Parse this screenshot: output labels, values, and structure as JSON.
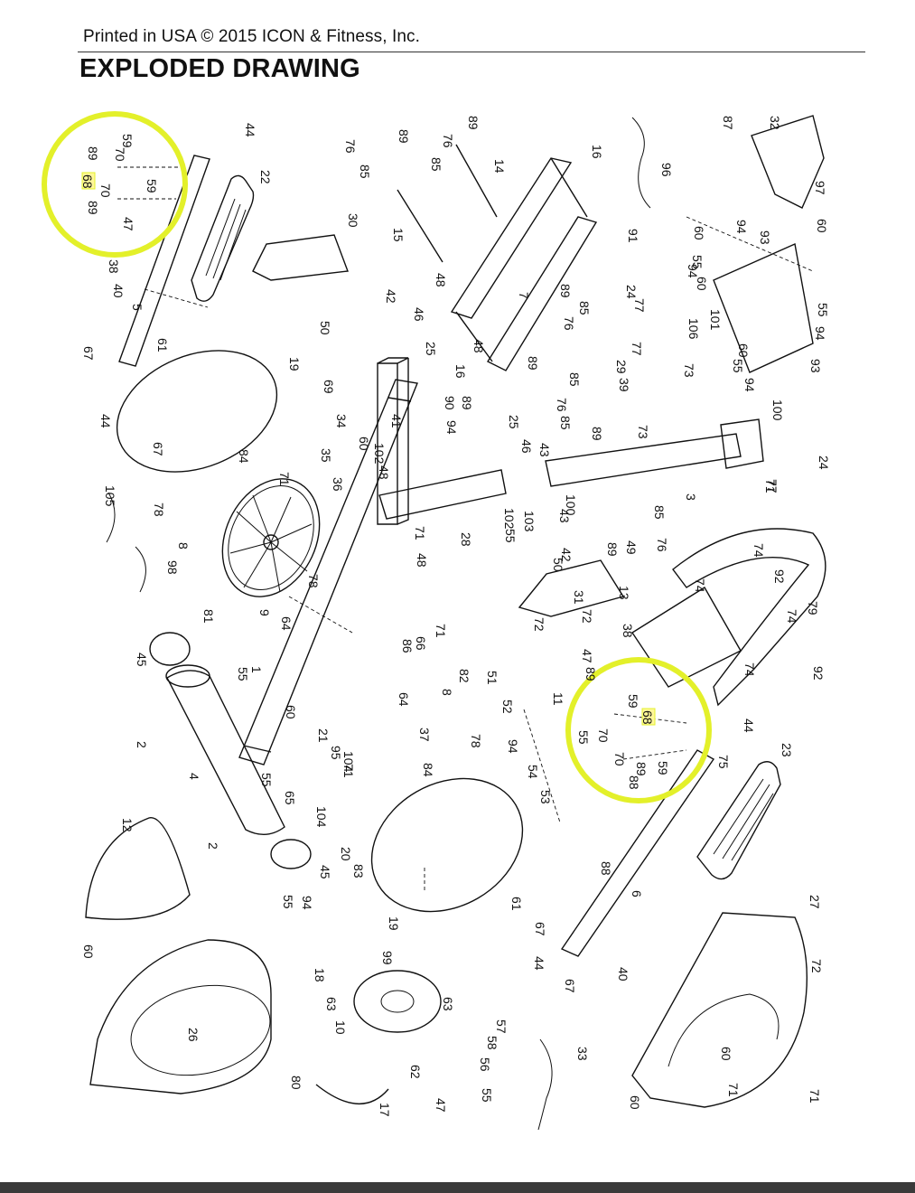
{
  "header": {
    "printed_line": "Printed in USA © 2015 ICON & Fitness, Inc.",
    "title": "EXPLODED DRAWING"
  },
  "highlight": {
    "color": "#e3f02a",
    "label_background": "#fff799"
  },
  "callouts": {
    "c1": "1",
    "c2a": "2",
    "c2b": "2",
    "c3": "3",
    "c4": "4",
    "c5": "5",
    "c6": "6",
    "c7": "7",
    "c8a": "8",
    "c8b": "8",
    "c9": "9",
    "c10": "10",
    "c11": "11",
    "c12": "12",
    "c13": "13",
    "c14": "14",
    "c15": "15",
    "c16a": "16",
    "c16b": "16",
    "c17": "17",
    "c18": "18",
    "c19a": "19",
    "c19b": "19",
    "c20": "20",
    "c21": "21",
    "c22": "22",
    "c23": "23",
    "c24a": "24",
    "c24b": "24",
    "c25a": "25",
    "c25b": "25",
    "c26": "26",
    "c27": "27",
    "c28": "28",
    "c29": "29",
    "c30": "30",
    "c31": "31",
    "c32": "32",
    "c33": "33",
    "c34": "34",
    "c35": "35",
    "c36": "36",
    "c37": "37",
    "c38a": "38",
    "c38b": "38",
    "c39": "39",
    "c40a": "40",
    "c40b": "40",
    "c41": "41",
    "c42a": "42",
    "c42b": "42",
    "c43a": "43",
    "c43b": "43",
    "c44a": "44",
    "c44b": "44",
    "c44c": "44",
    "c44d": "44",
    "c45a": "45",
    "c45b": "45",
    "c46a": "46",
    "c46b": "46",
    "c47a": "47",
    "c47b": "47",
    "c47c": "47",
    "c48a": "48",
    "c48b": "48",
    "c48c": "48",
    "c48d": "48",
    "c49": "49",
    "c50a": "50",
    "c50b": "50",
    "c51": "51",
    "c52": "52",
    "c53": "53",
    "c54": "54",
    "c55a": "55",
    "c55b": "55",
    "c55c": "55",
    "c55d": "55",
    "c55e": "55",
    "c55f": "55",
    "c55g": "55",
    "c55h": "55",
    "c55i": "55",
    "c56": "56",
    "c57": "57",
    "c58": "58",
    "c59a": "59",
    "c59b": "59",
    "c59c": "59",
    "c59d": "59",
    "c60a": "60",
    "c60b": "60",
    "c60c": "60",
    "c60d": "60",
    "c60e": "60",
    "c60f": "60",
    "c60g": "60",
    "c60h": "60",
    "c60i": "60",
    "c61a": "61",
    "c61b": "61",
    "c62": "62",
    "c63a": "63",
    "c63b": "63",
    "c64a": "64",
    "c64b": "64",
    "c65": "65",
    "c66": "66",
    "c67a": "67",
    "c67b": "67",
    "c67c": "67",
    "c67d": "67",
    "c68a": "68",
    "c68b": "68",
    "c69": "69",
    "c70a": "70",
    "c70b": "70",
    "c70c": "70",
    "c70d": "70",
    "c71a": "71",
    "c71b": "71",
    "c71c": "71",
    "c71d": "71",
    "c71e": "71",
    "c71f": "71",
    "c71g": "71",
    "c72a": "72",
    "c72b": "72",
    "c72c": "72",
    "c73a": "73",
    "c73b": "73",
    "c74a": "74",
    "c74b": "74",
    "c74c": "74",
    "c74d": "74",
    "c75": "75",
    "c76a": "76",
    "c76b": "76",
    "c76c": "76",
    "c76d": "76",
    "c76e": "76",
    "c77a": "77",
    "c77b": "77",
    "c77c": "77",
    "c78a": "78",
    "c78b": "78",
    "c78c": "78",
    "c79": "79",
    "c80": "80",
    "c81": "81",
    "c82": "82",
    "c83": "83",
    "c84a": "84",
    "c84b": "84",
    "c85a": "85",
    "c85b": "85",
    "c85c": "85",
    "c85d": "85",
    "c85e": "85",
    "c85f": "85",
    "c86": "86",
    "c87": "87",
    "c88a": "88",
    "c88b": "88",
    "c89a": "89",
    "c89b": "89",
    "c89c": "89",
    "c89d": "89",
    "c89e": "89",
    "c89f": "89",
    "c89g": "89",
    "c89h": "89",
    "c89i": "89",
    "c89j": "89",
    "c89k": "89",
    "c90": "90",
    "c91": "91",
    "c92a": "92",
    "c92b": "92",
    "c93a": "93",
    "c93b": "93",
    "c94a": "94",
    "c94b": "94",
    "c94c": "94",
    "c94d": "94",
    "c94e": "94",
    "c94f": "94",
    "c94g": "94",
    "c95": "95",
    "c96": "96",
    "c97": "97",
    "c98": "98",
    "c99": "99",
    "c100a": "100",
    "c100b": "100",
    "c101": "101",
    "c102a": "102",
    "c102b": "102",
    "c103": "103",
    "c104a": "104",
    "c104b": "104",
    "c105": "105",
    "c106": "106"
  }
}
